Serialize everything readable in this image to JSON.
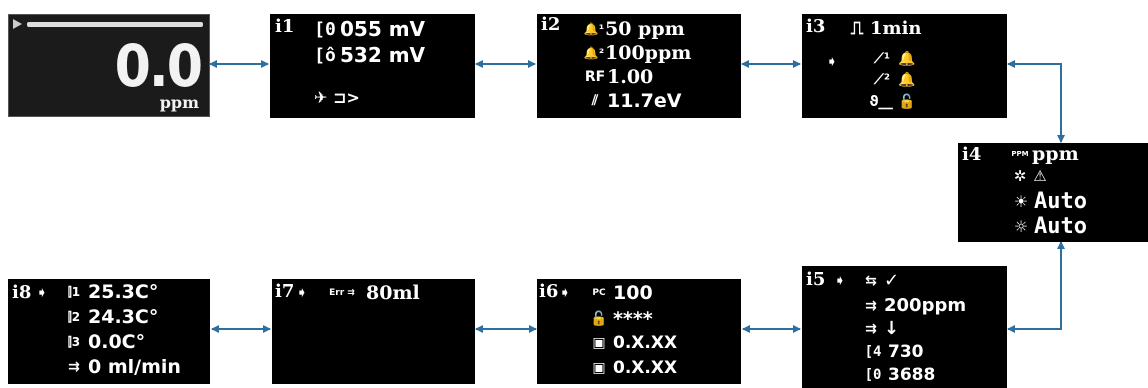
{
  "diagram": {
    "connector_color": "#2f6f9f"
  },
  "screens": {
    "main": {
      "value": "0.0",
      "unit": "ppm"
    },
    "i1": {
      "label": "i1",
      "rows": [
        {
          "icon": "[0",
          "value": "055 mV"
        },
        {
          "icon": "[ô",
          "value": "532 mV"
        },
        {
          "icon": "✈ ⊐>",
          "value": ""
        }
      ]
    },
    "i2": {
      "label": "i2",
      "rows": [
        {
          "icon": "🔔¹",
          "value": "50 ppm"
        },
        {
          "icon": "🔔²",
          "value": "100ppm"
        },
        {
          "icon": "RF",
          "value": "1.00"
        },
        {
          "icon": "⫽",
          "value": "11.7eV"
        }
      ]
    },
    "i3": {
      "label": "i3",
      "interval": "1min",
      "selector": "➧"
    },
    "i4": {
      "label": "i4",
      "rows": [
        {
          "icon": "PPM",
          "value": "ppm"
        },
        {
          "icon": "⚠",
          "value": ""
        },
        {
          "icon": "☀",
          "value": "Auto"
        },
        {
          "icon": "☼",
          "value": "Auto"
        }
      ]
    },
    "i5": {
      "label": "i5",
      "selector": "➧",
      "rows": [
        {
          "icon": "⇆",
          "value": "✓"
        },
        {
          "icon": "⇉",
          "value": "200ppm"
        },
        {
          "icon": "⇉",
          "value": "↓"
        },
        {
          "icon": "[4",
          "value": "730"
        },
        {
          "icon": "[0",
          "value": "3688"
        }
      ]
    },
    "i6": {
      "label": "i6",
      "selector": "➧",
      "rows": [
        {
          "icon": "PC",
          "value": "100"
        },
        {
          "icon": "🔓",
          "value": "****"
        },
        {
          "icon": "▣",
          "value": "0.X.XX"
        },
        {
          "icon": "▣",
          "value": "0.X.XX"
        }
      ]
    },
    "i7": {
      "label": "i7",
      "selector": "➧",
      "rows": [
        {
          "icon": "Err ⇉",
          "value": "80ml"
        }
      ]
    },
    "i8": {
      "label": "i8",
      "selector": "➧",
      "rows": [
        {
          "icon": "⫿1",
          "value": "25.3C°"
        },
        {
          "icon": "⫿2",
          "value": "24.3C°"
        },
        {
          "icon": "⫿3",
          "value": "0.0C°"
        },
        {
          "icon": "⇉",
          "value": "0 ml/min"
        }
      ]
    }
  }
}
